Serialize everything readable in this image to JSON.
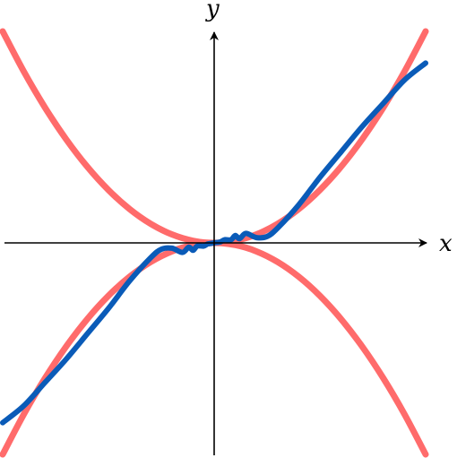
{
  "chart_data": {
    "type": "line",
    "title": "",
    "xlabel": "x",
    "ylabel": "y",
    "xlim": [
      -1,
      1
    ],
    "ylim": [
      -1,
      1
    ],
    "grid": false,
    "legend": "none",
    "series": [
      {
        "color": "#ff6b6b",
        "x": [
          -1,
          -0.9,
          -0.8,
          -0.7,
          -0.6,
          -0.5,
          -0.4,
          -0.3,
          -0.2,
          -0.1,
          0,
          0.1,
          0.2,
          0.3,
          0.4,
          0.5,
          0.6,
          0.7,
          0.8,
          0.9,
          1
        ],
        "y": [
          1,
          0.81,
          0.64,
          0.49,
          0.36,
          0.25,
          0.16,
          0.09,
          0.04,
          0.01,
          0,
          0.01,
          0.04,
          0.09,
          0.16,
          0.25,
          0.36,
          0.49,
          0.64,
          0.81,
          1
        ]
      },
      {
        "color": "#ff6b6b",
        "x": [
          -1,
          -0.9,
          -0.8,
          -0.7,
          -0.6,
          -0.5,
          -0.4,
          -0.3,
          -0.2,
          -0.1,
          0,
          0.1,
          0.2,
          0.3,
          0.4,
          0.5,
          0.6,
          0.7,
          0.8,
          0.9,
          1
        ],
        "y": [
          -1,
          -0.81,
          -0.64,
          -0.49,
          -0.36,
          -0.25,
          -0.16,
          -0.09,
          -0.04,
          -0.01,
          0,
          -0.01,
          -0.04,
          -0.09,
          -0.16,
          -0.25,
          -0.36,
          -0.49,
          -0.64,
          -0.81,
          -1
        ]
      },
      {
        "color": "#0a5bb8",
        "x": [
          -1,
          -0.9,
          -0.8,
          -0.7,
          -0.6,
          -0.5,
          -0.4,
          -0.3,
          -0.25,
          -0.2,
          -0.15,
          -0.12,
          -0.1,
          -0.08,
          -0.05,
          -0.03,
          0,
          0.03,
          0.05,
          0.08,
          0.1,
          0.12,
          0.15,
          0.2,
          0.25,
          0.3,
          0.4,
          0.5,
          0.6,
          0.7,
          0.8,
          0.9,
          1
        ],
        "y": [
          -0.85,
          -0.77,
          -0.66,
          -0.55,
          -0.43,
          -0.31,
          -0.18,
          -0.07,
          -0.03,
          -0.025,
          -0.045,
          -0.02,
          -0.035,
          -0.015,
          -0.015,
          -0.005,
          0,
          0.005,
          0.015,
          0.015,
          0.035,
          0.02,
          0.045,
          0.025,
          0.03,
          0.07,
          0.18,
          0.31,
          0.43,
          0.55,
          0.66,
          0.77,
          0.85
        ]
      }
    ]
  },
  "colors": {
    "axis": "#000000",
    "parabola": "#ff6b6b",
    "curve": "#0a5bb8"
  }
}
